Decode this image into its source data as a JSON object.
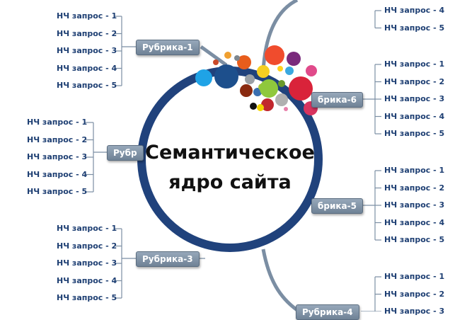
{
  "core": {
    "line1": "Семантическое",
    "line2": "ядро сайта"
  },
  "colors": {
    "ring": "#20427c",
    "leaf_text": "#1e3f73",
    "connector": "#7b8ea3",
    "rubric_fill": "#8497ab"
  },
  "rubrics": [
    {
      "id": "r1",
      "label": "Рубрика-1",
      "queries": [
        "НЧ запрос - 1",
        "НЧ запрос - 2",
        "НЧ запрос - 3",
        "НЧ запрос - 4",
        "НЧ запрос - 5"
      ]
    },
    {
      "id": "r2",
      "label": "Рубр",
      "queries": [
        "НЧ запрос - 1",
        "НЧ запрос - 2",
        "НЧ запрос - 3",
        "НЧ запрос - 4",
        "НЧ запрос - 5"
      ]
    },
    {
      "id": "r3",
      "label": "Рубрика-3",
      "queries": [
        "НЧ запрос - 1",
        "НЧ запрос - 2",
        "НЧ запрос - 3",
        "НЧ запрос - 4",
        "НЧ запрос - 5"
      ]
    },
    {
      "id": "r7",
      "label": "",
      "queries": [
        "НЧ запрос - 4",
        "НЧ запрос - 5"
      ]
    },
    {
      "id": "r6",
      "label": "брика-6",
      "queries": [
        "НЧ запрос - 1",
        "НЧ запрос - 2",
        "НЧ запрос - 3",
        "НЧ запрос - 4",
        "НЧ запрос - 5"
      ]
    },
    {
      "id": "r5",
      "label": "брика-5",
      "queries": [
        "НЧ запрос - 1",
        "НЧ запрос - 2",
        "НЧ запрос - 3",
        "НЧ запрос - 4",
        "НЧ запрос - 5"
      ]
    },
    {
      "id": "r4",
      "label": "Рубрика-4",
      "queries": [
        "НЧ запрос - 1",
        "НЧ запрос - 2",
        "НЧ запрос - 3"
      ]
    }
  ],
  "bubbles": [
    {
      "color": "#1d4f8c"
    },
    {
      "color": "#1fa3e6"
    },
    {
      "color": "#f0a030"
    },
    {
      "color": "#e85d1c"
    },
    {
      "color": "#9aa0a6"
    },
    {
      "color": "#f6cf22"
    },
    {
      "color": "#8a2a10"
    },
    {
      "color": "#3a6fb0"
    },
    {
      "color": "#a7c43a"
    },
    {
      "color": "#f04c2d"
    },
    {
      "color": "#d9233a"
    },
    {
      "color": "#7a2a7c"
    },
    {
      "color": "#3aa8e0"
    },
    {
      "color": "#ffd21e"
    },
    {
      "color": "#6a9a2c"
    },
    {
      "color": "#e04a8a"
    },
    {
      "color": "#8fc83c"
    },
    {
      "color": "#7d878f"
    },
    {
      "color": "#c1272d"
    },
    {
      "color": "#b0b0b0"
    },
    {
      "color": "#d8345f"
    },
    {
      "color": "#111111"
    },
    {
      "color": "#f3d400"
    },
    {
      "color": "#e87faa"
    },
    {
      "color": "#c94a2a"
    }
  ]
}
